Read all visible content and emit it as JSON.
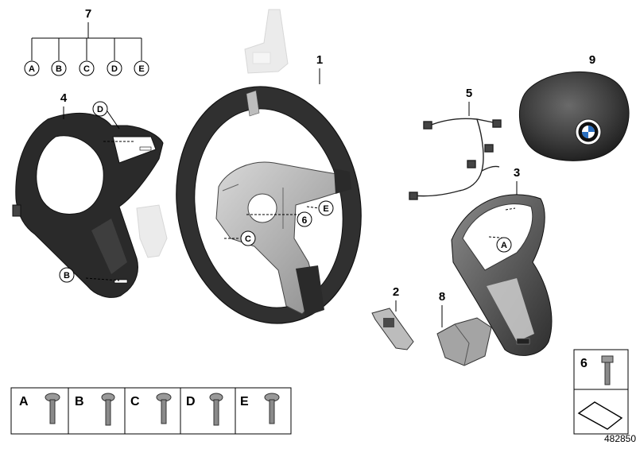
{
  "callouts": {
    "n1": "1",
    "n2": "2",
    "n3": "3",
    "n4": "4",
    "n5": "5",
    "n6": "6",
    "n7": "7",
    "n8": "8",
    "n9": "9"
  },
  "letters": {
    "a": "A",
    "b": "B",
    "c": "C",
    "d": "D",
    "e": "E"
  },
  "legend": {
    "items": [
      "A",
      "B",
      "C",
      "D",
      "E"
    ],
    "side_number": "6"
  },
  "part_number": "482850"
}
